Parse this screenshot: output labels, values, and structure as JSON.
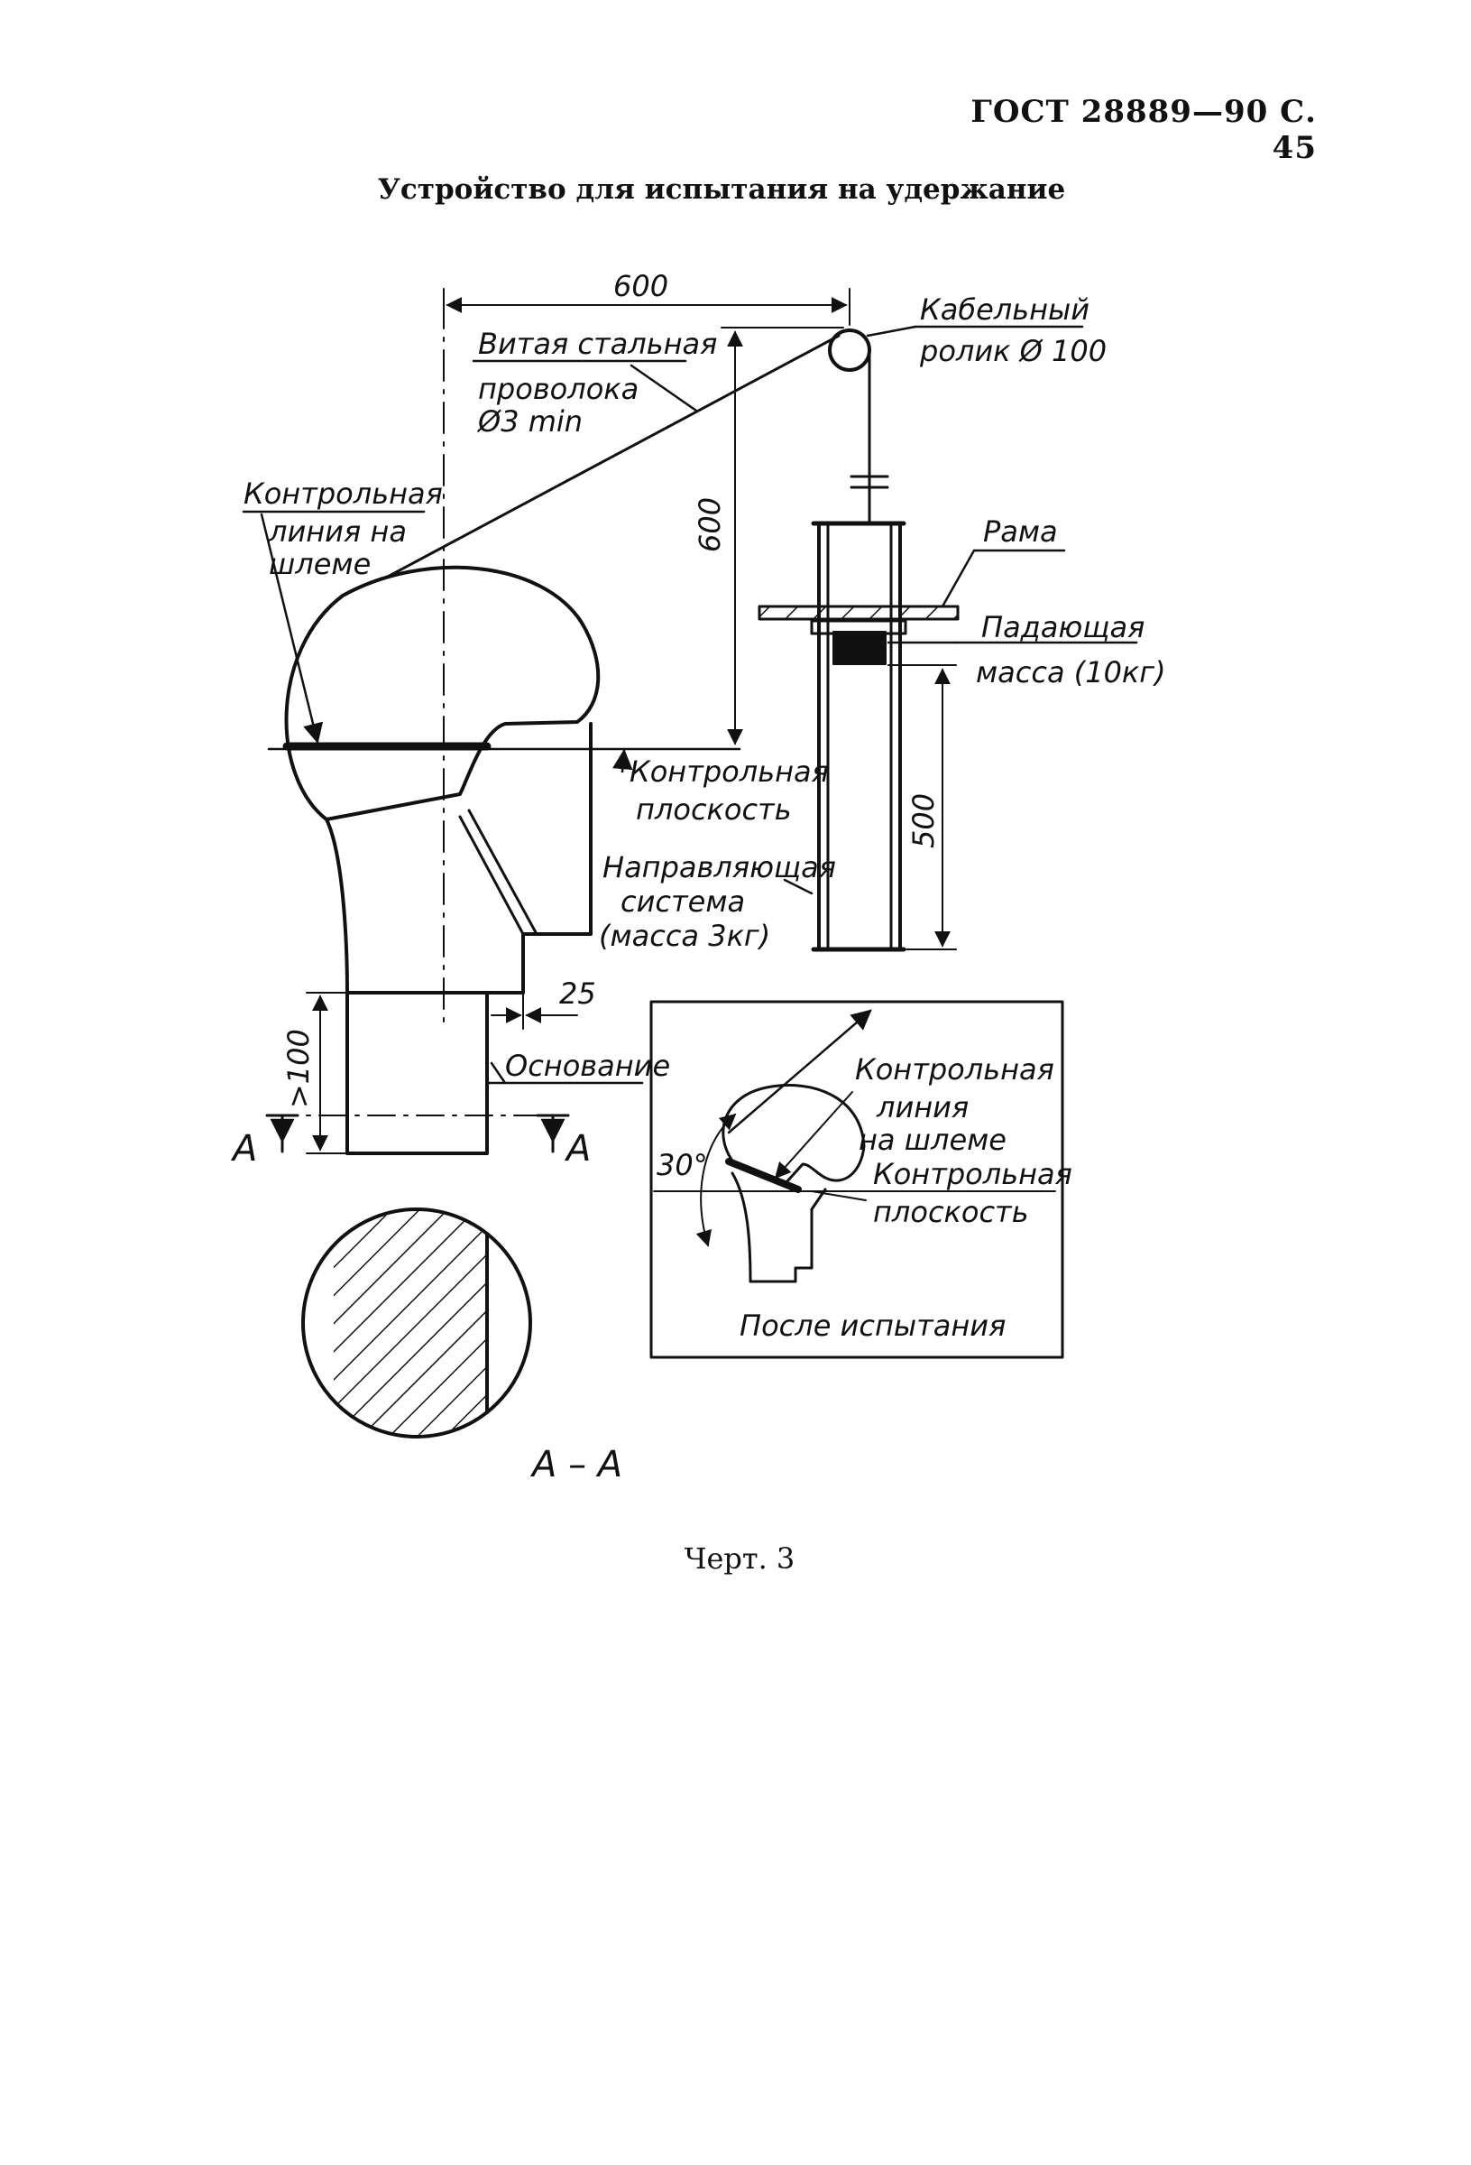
{
  "header": {
    "code": "ГОСТ 28889—90 С. 45"
  },
  "title": "Устройство для испытания на удержание",
  "caption": "Черт. 3",
  "drawing": {
    "dim_horizontal": "600",
    "dim_vertical_wire": "600",
    "dim_vertical_drop": "500",
    "dim_offset": "25",
    "dim_base": ">100",
    "angle": "30°",
    "section_mark": "А",
    "section_title": "А – А",
    "label_pulley": [
      "Кабельный",
      "ролик  Ø 100"
    ],
    "label_wire": [
      "Витая стальная",
      "проволока",
      "Ø3 min"
    ],
    "label_helmet_line": [
      "Контрольная",
      "линия на",
      "шлеме"
    ],
    "label_frame": "Рама",
    "label_falling_mass": [
      "Падающая",
      "масса (10кг)"
    ],
    "label_ref_plane": [
      "Контрольная",
      "плоскость"
    ],
    "label_guide": [
      "Направляющая",
      "система",
      "(масса  3кг)"
    ],
    "label_base": "Основание",
    "inset": {
      "label_line": [
        "Контрольная",
        "линия",
        "на шлеме"
      ],
      "label_plane": [
        "Контрольная",
        "плоскость"
      ],
      "caption": "После испытания"
    }
  }
}
